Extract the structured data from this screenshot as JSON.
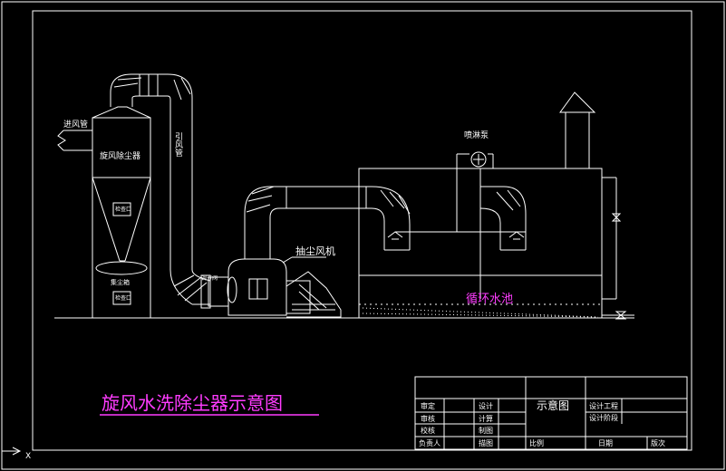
{
  "title": "旋风水洗除尘器示意图",
  "labels": {
    "inlet_pipe": "进风管",
    "cyclone": "旋风除尘器",
    "induced_pipe": "引风管",
    "inspect_upper": "检查口",
    "dust_bin": "集尘箱",
    "inspect_lower": "检查口",
    "valve_label": "调节阀",
    "fan": "抽尘风机",
    "pump": "喷淋泵",
    "water_pool": "循环水池"
  },
  "title_block": {
    "row1": [
      "审定",
      "设计"
    ],
    "row2": [
      "审核",
      "计算"
    ],
    "row3": [
      "校核",
      "制图"
    ],
    "row4": [
      "负责人",
      "描图",
      "比例",
      "日期",
      "版次"
    ],
    "drawing_name": "示意图",
    "project": "设计工程",
    "stage": "设计阶段"
  },
  "colors": {
    "lines": "#ffffff",
    "accent": "#ff3cff",
    "background": "#000000"
  }
}
